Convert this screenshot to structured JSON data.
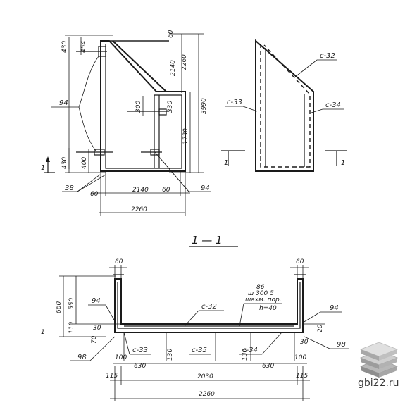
{
  "dims": {
    "d60_top": "60",
    "d430_top": "430",
    "d454": "454",
    "d2140_v": "2140",
    "d2260_v": "2260",
    "d3990": "3990",
    "d300": "300",
    "d330": "330",
    "d1730": "1730",
    "d400": "400",
    "d430_bot": "430",
    "d60_a": "60",
    "d2140_h": "2140",
    "d60_b": "60",
    "d2260_h": "2260"
  },
  "labels": {
    "l94_left": "94",
    "l38": "38",
    "l94_bottom": "94",
    "c32_side": "с-32",
    "c33_side": "с-33",
    "c34_side": "с-34",
    "arrow1_left": "1",
    "arrow1_mid": "1",
    "arrow1_right": "1"
  },
  "section": {
    "title": "1 — 1",
    "d60_left": "60",
    "d60_right": "60",
    "d660": "660",
    "d550": "550",
    "d94_left": "94",
    "d94_right": "94",
    "d98_left": "98",
    "d98_right": "98",
    "d110": "110",
    "d70": "70",
    "d30_left": "30",
    "d30_right": "30",
    "d20": "20",
    "c32": "с-32",
    "c33": "с-33",
    "c35": "с-35",
    "c34": "с-34",
    "d86": "86",
    "note_pitch": "ш 300  5",
    "note_rod": "шахм. пор.",
    "note_h": "h=40",
    "d100_left": "100",
    "d630_left": "630",
    "d130_left": "130",
    "d130_right": "130",
    "d630_right": "630",
    "d100_right": "100",
    "d115_left": "115",
    "d2030": "2030",
    "d115_right": "115",
    "d2260": "2260",
    "d1_far_left": "1"
  },
  "watermark": {
    "site": "gbi22.ru",
    "logo_icon": "stacked-slabs-icon"
  }
}
